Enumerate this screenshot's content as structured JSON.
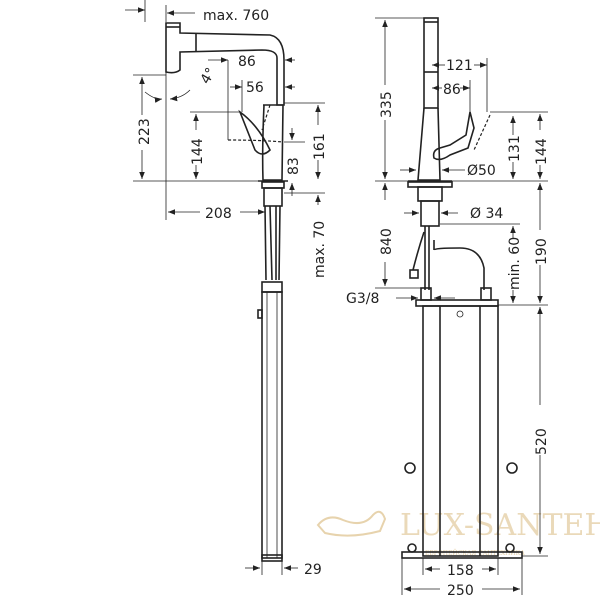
{
  "left_view": {
    "max_760": "max. 760",
    "d86": "86",
    "d56": "56",
    "angle": "4°",
    "d223": "223",
    "d144": "144",
    "d161": "161",
    "d83": "83",
    "d208": "208",
    "max_70": "max. 70",
    "d29": "29"
  },
  "right_view": {
    "d335": "335",
    "d121": "121",
    "d86": "86",
    "d131": "131",
    "d144": "144",
    "dia50": "Ø50",
    "dia34": "Ø 34",
    "d840": "840",
    "thread": "G3/8",
    "min_60": "min. 60",
    "d190": "190",
    "d520": "520",
    "d158": "158",
    "d250": "250"
  },
  "watermark": {
    "brand": "LUX-SANTEH",
    "tagline": "ЕВРОПЕЙСКАЯ САНТЕХНИКА"
  }
}
